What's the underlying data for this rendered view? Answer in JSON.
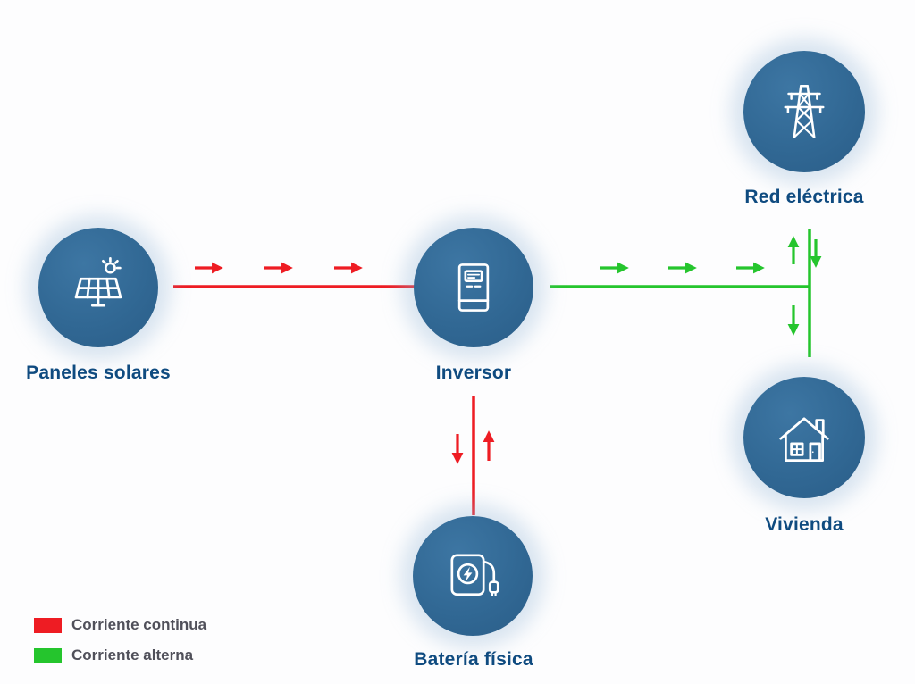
{
  "diagram": {
    "nodes": {
      "panels": {
        "label": "Paneles solares",
        "icon": "solar-panel"
      },
      "inverter": {
        "label": "Inversor",
        "icon": "inverter"
      },
      "grid": {
        "label": "Red eléctrica",
        "icon": "transmission-tower"
      },
      "home": {
        "label": "Vivienda",
        "icon": "house"
      },
      "battery": {
        "label": "Batería física",
        "icon": "battery"
      }
    },
    "flows": [
      {
        "from": "panels",
        "to": "inverter",
        "type": "dc",
        "direction": "one-way"
      },
      {
        "from": "inverter",
        "to": "battery",
        "type": "dc",
        "direction": "two-way"
      },
      {
        "from": "inverter",
        "to": "grid",
        "type": "ac",
        "direction": "two-way"
      },
      {
        "from": "grid",
        "to": "home",
        "type": "ac",
        "direction": "one-way"
      }
    ],
    "legend": [
      {
        "key": "dc",
        "label": "Corriente continua",
        "color": "#ee1c23"
      },
      {
        "key": "ac",
        "label": "Corriente alterna",
        "color": "#25c52d"
      }
    ],
    "colors": {
      "dc": "#ee1c23",
      "ac": "#25c52d",
      "node_fill": "#316894",
      "node_fill_dark": "#2a5d88",
      "label_text": "#0f4b80",
      "legend_text": "#50505a",
      "background": "#fdfdfe"
    }
  }
}
